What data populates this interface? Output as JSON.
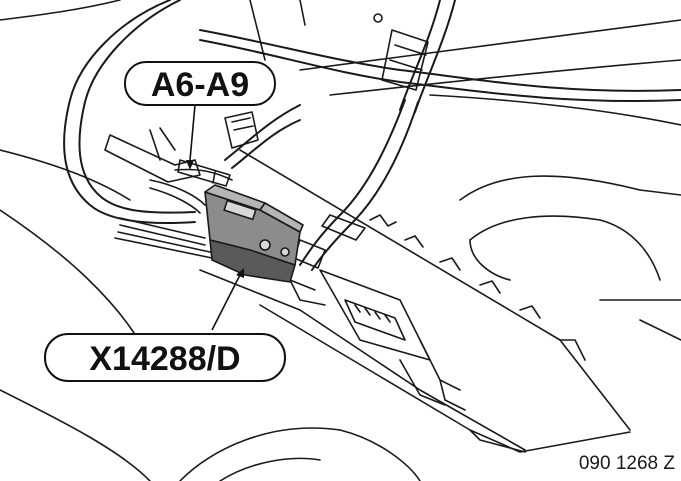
{
  "callouts": {
    "top_label": "A6-A9",
    "bottom_label": "X14288/D"
  },
  "figure_id": "090 1268 Z",
  "colors": {
    "line": "#1a1a1a",
    "connector_fill": "#8c8c8c",
    "connector_dark": "#5a5a5a",
    "background": "#ffffff"
  }
}
